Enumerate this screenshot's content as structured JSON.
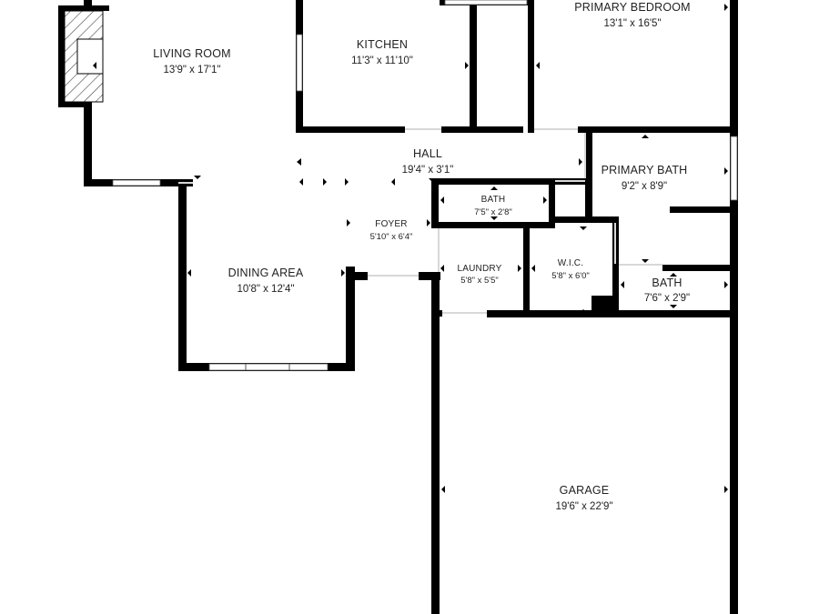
{
  "rooms": [
    {
      "id": "living-room",
      "name": "LIVING ROOM",
      "dims": "13'9\" x 17'1\""
    },
    {
      "id": "kitchen",
      "name": "KITCHEN",
      "dims": "11'3\" x 11'10\""
    },
    {
      "id": "primary-bedroom",
      "name": "PRIMARY BEDROOM",
      "dims": "13'1\" x 16'5\""
    },
    {
      "id": "hall",
      "name": "HALL",
      "dims": "19'4\" x 3'1\""
    },
    {
      "id": "primary-bath",
      "name": "PRIMARY BATH",
      "dims": "9'2\" x 8'9\""
    },
    {
      "id": "bath-small",
      "name": "BATH",
      "dims": "7'5\" x 2'8\""
    },
    {
      "id": "foyer",
      "name": "FOYER",
      "dims": "5'10\" x 6'4\""
    },
    {
      "id": "dining-area",
      "name": "DINING AREA",
      "dims": "10'8\" x 12'4\""
    },
    {
      "id": "laundry",
      "name": "LAUNDRY",
      "dims": "5'8\" x 5'5\""
    },
    {
      "id": "wic",
      "name": "W.I.C.",
      "dims": "5'8\" x 6'0\""
    },
    {
      "id": "bath-2",
      "name": "BATH",
      "dims": "7'6\" x 2'9\""
    },
    {
      "id": "garage",
      "name": "GARAGE",
      "dims": "19'6\" x 22'9\""
    }
  ],
  "colors": {
    "wall": "#000000",
    "text": "#222222",
    "background": "#ffffff",
    "fireplace_hatch": "#444444"
  }
}
